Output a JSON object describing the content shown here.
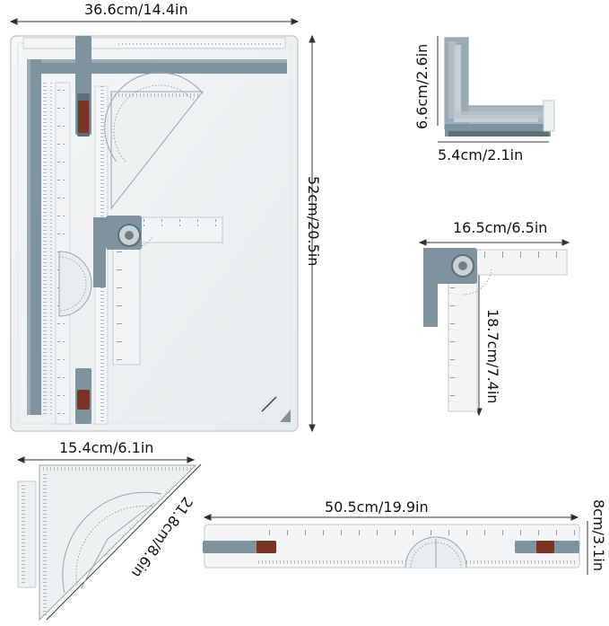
{
  "colors": {
    "ruler_blue_gray": "#7f939e",
    "dark_slate": "#5f6f77",
    "clip_brown": "#7a3325",
    "acrylic": "#eef1f2",
    "scale_marks": "#9aa4aa"
  },
  "dimensions": {
    "board_width": "36.6cm/14.4in",
    "board_height": "52cm/20.5in",
    "corner_height": "6.6cm/2.6in",
    "corner_width": "5.4cm/2.1in",
    "square_width": "16.5cm/6.5in",
    "square_height": "18.7cm/7.4in",
    "triangle_width": "15.4cm/6.1in",
    "triangle_hypotenuse": "21.8cm/8.6in",
    "ruler_length": "50.5cm/19.9in",
    "ruler_height": "8cm/3.1in"
  }
}
